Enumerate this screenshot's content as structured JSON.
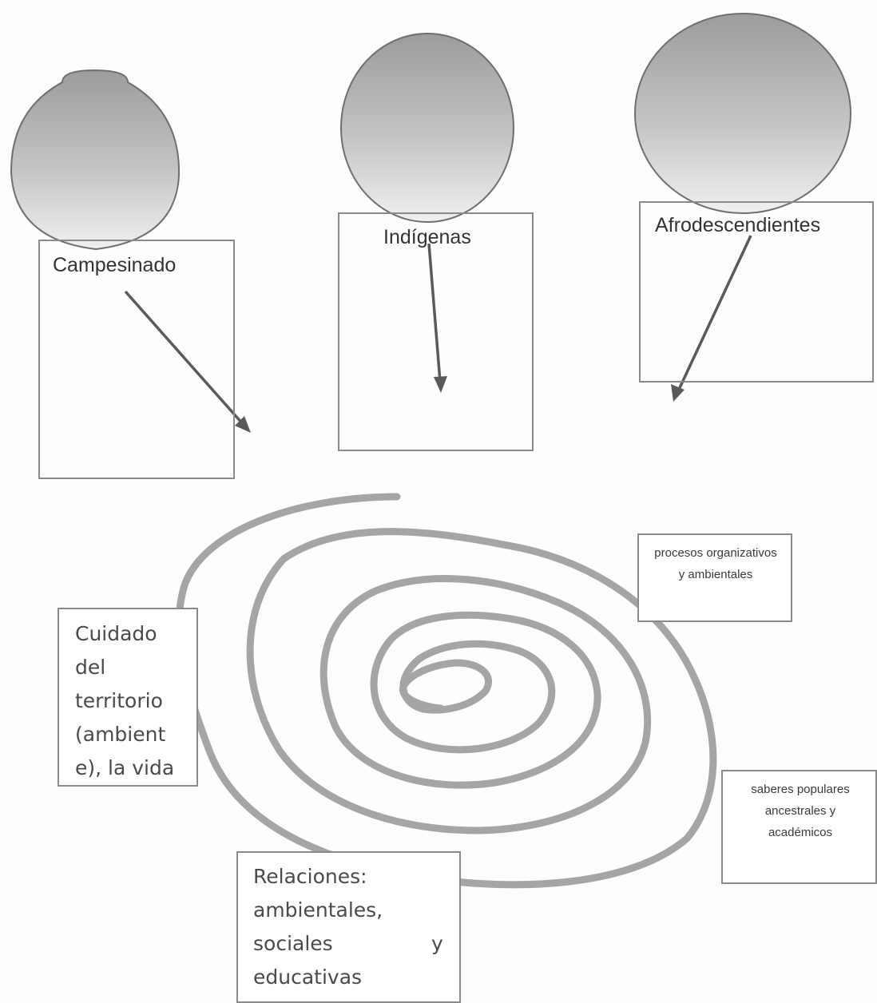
{
  "groups": [
    {
      "id": "campesinado",
      "label": "Campesinado"
    },
    {
      "id": "indigenas",
      "label": "Indígenas"
    },
    {
      "id": "afro",
      "label": "Afrodescendientes"
    }
  ],
  "notes": {
    "procesos": "procesos organizativos y ambientales",
    "saberes": "saberes populares ancestrales y académicos"
  },
  "cuidado_lines": [
    "Cuidado",
    "del",
    "territorio",
    "(ambient",
    "e), la vida"
  ],
  "relaciones_lines": [
    "Relaciones:",
    "ambientales,",
    "sociales",
    "y",
    "educativas"
  ],
  "colors": {
    "spiral": "#a5a5a5",
    "arrow": "#5a5a5a",
    "box_border": "#8a8a8a",
    "vessel_top": "#9a9a9a",
    "vessel_bottom": "#eeeeee"
  }
}
